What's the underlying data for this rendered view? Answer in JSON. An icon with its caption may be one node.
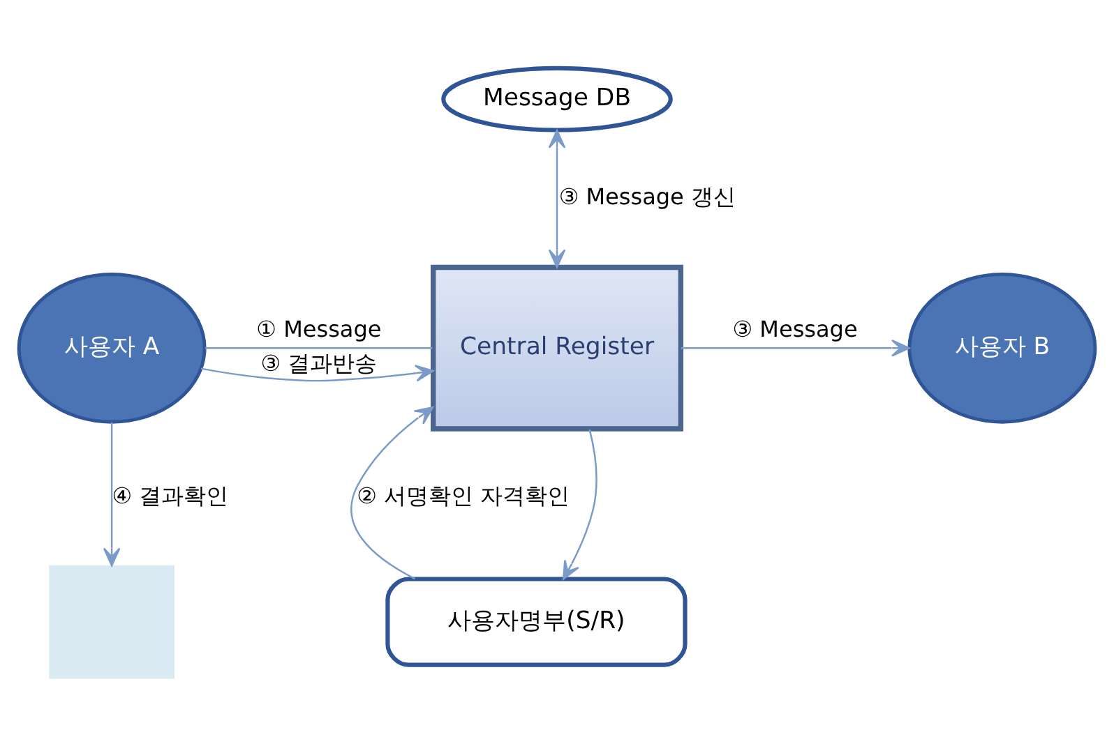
{
  "diagram": {
    "nodes": [
      {
        "text": [
          "Message DB"
        ]
      },
      {
        "text": [
          "사용자 A"
        ]
      },
      {
        "text": [
          "Central Register"
        ]
      },
      {
        "text": [
          "사용자 B"
        ]
      },
      {
        "text": [
          "사용자명부(S/R)"
        ]
      },
      {
        "text": [],
        "shape": "box"
      }
    ],
    "edges": [
      {
        "from": 0,
        "to": 2,
        "arrow": "both",
        "label": "③ Message 갱신"
      },
      {
        "from": 1,
        "to": 2,
        "arrow": "none",
        "label": "① Message"
      },
      {
        "from": 1,
        "to": 2,
        "arrow": "to",
        "label": "③ 결과반송"
      },
      {
        "from": 2,
        "to": 3,
        "arrow": "to",
        "label": "③ Message"
      },
      {
        "from": 2,
        "to": 4,
        "arrow": "to"
      },
      {
        "from": 4,
        "to": 2,
        "arrow": "to",
        "label": "② 서명확인 자격확인"
      },
      {
        "from": 1,
        "to": 5,
        "arrow": "to",
        "label": "④ 결과확인"
      }
    ]
  }
}
